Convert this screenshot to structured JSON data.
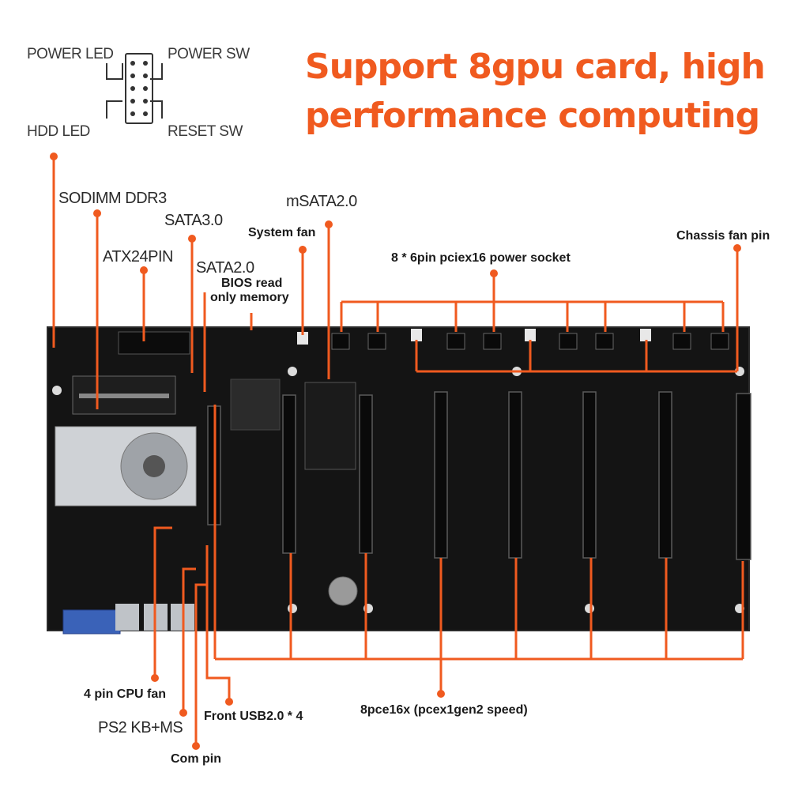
{
  "headline": {
    "line1": "Support 8gpu card, high",
    "line2": "performance computing"
  },
  "pin_header": {
    "power_led": "POWER LED",
    "power_sw": "POWER SW",
    "hdd_led": "HDD  LED",
    "reset_sw": "RESET SW"
  },
  "callouts": {
    "sodimm": "SODIMM DDR3",
    "sata3": "SATA3.0",
    "atx24": "ATX24PIN",
    "sata2": "SATA2.0",
    "bios_line1": "BIOS read",
    "bios_line2": "only memory",
    "msata": "mSATA2.0",
    "system_fan": "System fan",
    "power_socket": "8 * 6pin pciex16 power socket",
    "chassis_fan": "Chassis fan pin",
    "cpu_fan": "4 pin CPU fan",
    "ps2": "PS2 KB+MS",
    "com_pin": "Com pin",
    "front_usb": "Front USB2.0 * 4",
    "pcie_slots": "8pce16x (pcex1gen2 speed)"
  },
  "colors": {
    "accent": "#f05a1f",
    "board": "#141414"
  }
}
